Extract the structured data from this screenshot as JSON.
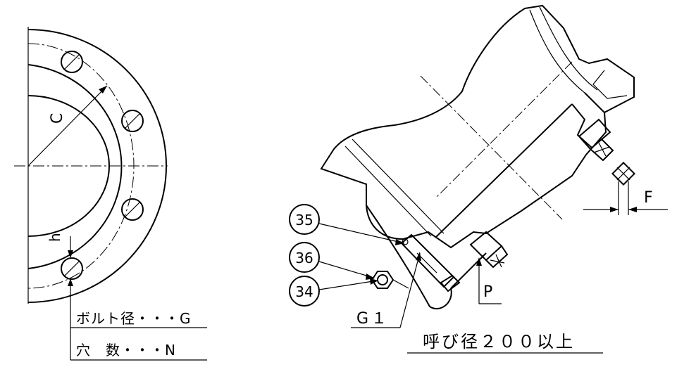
{
  "left_view": {
    "dim_pcd": "C",
    "dim_hole": "h",
    "note_bolt": "ボルト径・・・G",
    "note_holes": "穴　数・・・N"
  },
  "right_view": {
    "item_35": "35",
    "item_36": "36",
    "item_34": "34",
    "dim_F": "F",
    "dim_P": "P",
    "dim_G1": "G１",
    "caption": "呼び径２００以上"
  }
}
